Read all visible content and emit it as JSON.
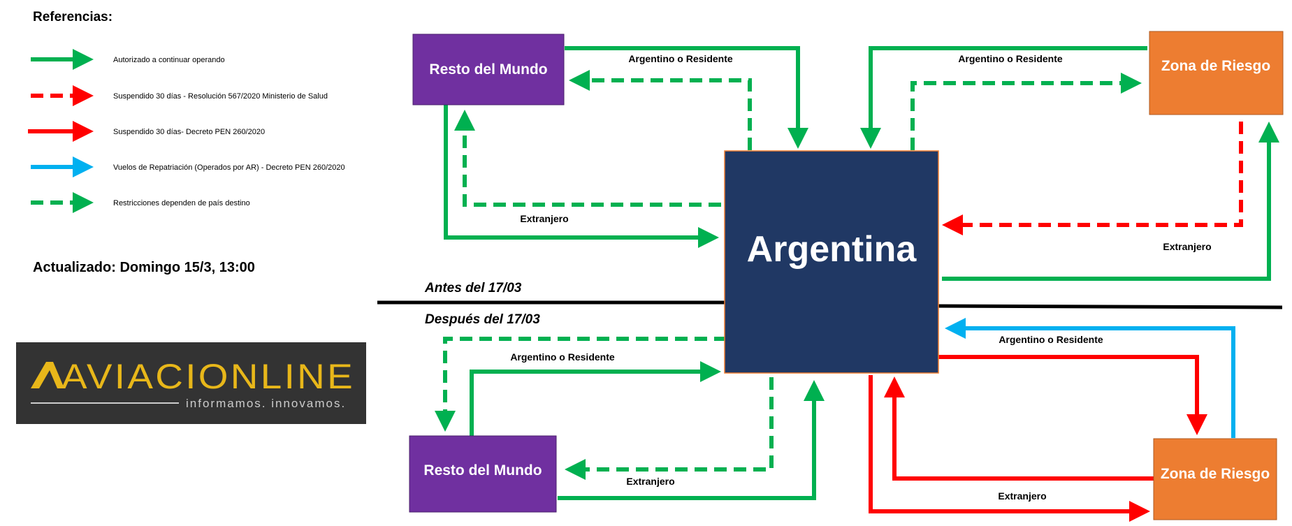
{
  "legend": {
    "title": "Referencias:",
    "items": [
      {
        "label": "Autorizado a continuar operando",
        "color": "#00b050",
        "style": "solid"
      },
      {
        "label": "Suspendido 30 días - Resolución 567/2020 Ministerio de Salud",
        "color": "#ff0000",
        "style": "dashed"
      },
      {
        "label": "Suspendido 30 días- Decreto PEN 260/2020",
        "color": "#ff0000",
        "style": "solid"
      },
      {
        "label": "Vuelos de Repatriación (Operados por AR) - Decreto PEN 260/2020",
        "color": "#00b0f0",
        "style": "solid"
      },
      {
        "label": "Restricciones dependen de país destino",
        "color": "#00b050",
        "style": "dashed"
      }
    ]
  },
  "updated": "Actualizado: Domingo 15/3, 13:00",
  "logo": {
    "name": "AVIACIONLINE",
    "tagline": "informamos. innovamos.",
    "accent_color": "#e8b71a"
  },
  "sections": {
    "before": "Antes del 17/03",
    "after": "Después del 17/03"
  },
  "nodes": {
    "argentina": "Argentina",
    "resto_mundo": "Resto del Mundo",
    "zona_riesgo": "Zona de Riesgo"
  },
  "flow_labels": {
    "argentino_residente": "Argentino o Residente",
    "extranjero": "Extranjero"
  },
  "colors": {
    "green": "#00b050",
    "red": "#ff0000",
    "blue": "#00b0f0",
    "argentina_box": "#203864",
    "resto_box": "#7030a0",
    "zona_box": "#ed7d31"
  }
}
